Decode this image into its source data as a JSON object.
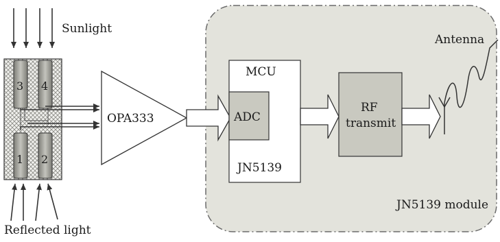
{
  "labels": {
    "sunlight": "Sunlight",
    "reflected_light": "Reflected light",
    "opamp": "OPA333",
    "mcu": "MCU",
    "adc": "ADC",
    "chip": "JN5139",
    "rf_line1": "RF",
    "rf_line2": "transmit",
    "antenna": "Antenna",
    "module": "JN5139 module"
  },
  "photodiodes": [
    "1",
    "2",
    "3",
    "4"
  ],
  "colors": {
    "module_fill": "#e3e3dc",
    "module_border": "#6b6b6b",
    "block_fill": "#c9c9c0",
    "mcu_fill": "#ffffff",
    "line": "#333333"
  }
}
